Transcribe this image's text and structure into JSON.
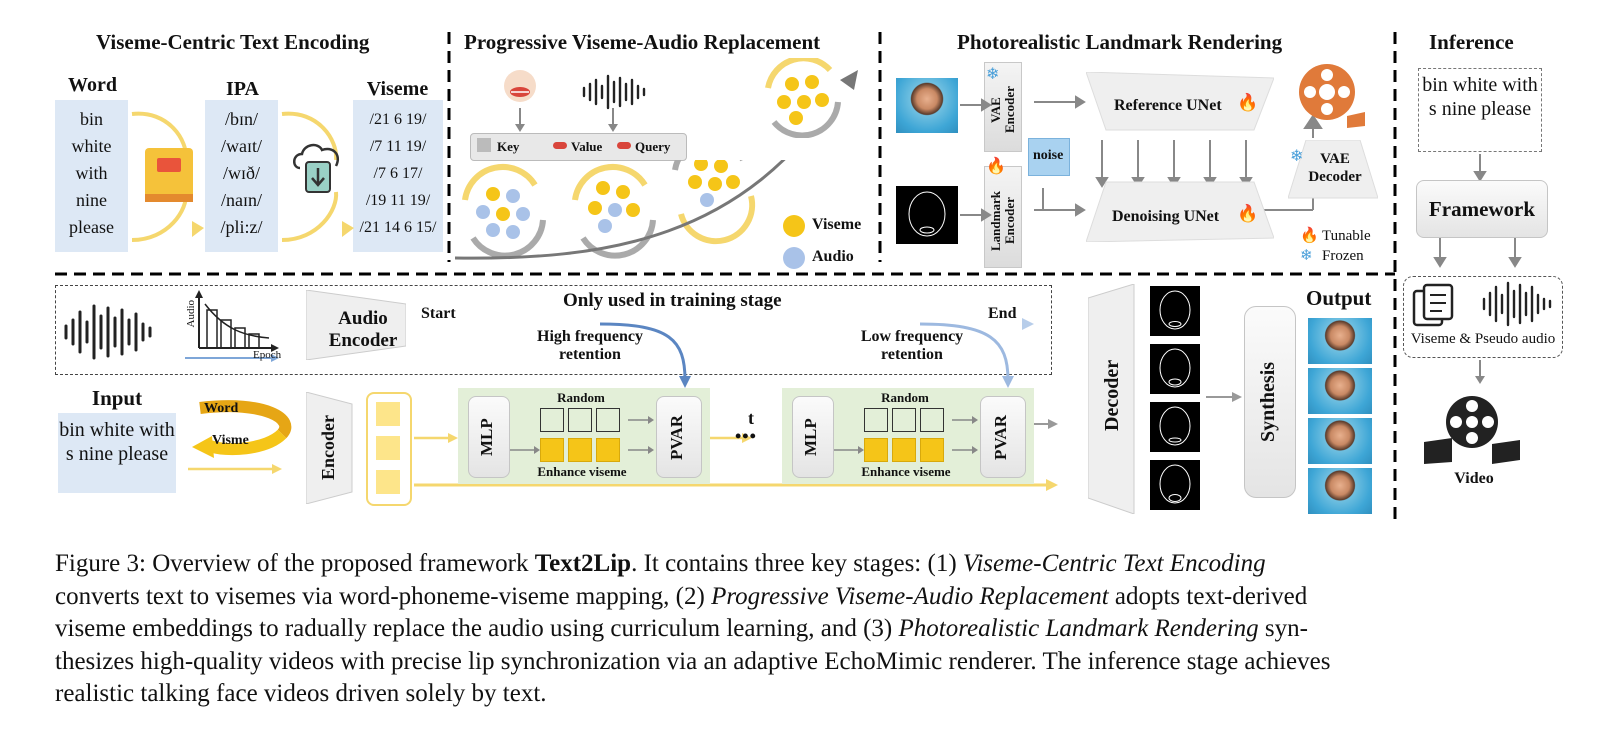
{
  "sections": {
    "encoding": "Viseme-Centric Text Encoding",
    "pvar": "Progressive Viseme-Audio Replacement",
    "rendering": "Photorealistic Landmark Rendering",
    "inference": "Inference"
  },
  "encoding": {
    "word_header": "Word",
    "ipa_header": "IPA",
    "viseme_header": "Viseme",
    "words": [
      "bin",
      "white",
      "with",
      "nine",
      "please"
    ],
    "ipa": [
      "/bɪn/",
      "/waɪt/",
      "/wɪð/",
      "/naɪn/",
      "/pli:z/"
    ],
    "visemes": [
      "/21 6 19/",
      "/7 11 19/",
      "/7 6 17/",
      "/19 11 19/",
      "/21 14 6 15/"
    ]
  },
  "pvar": {
    "key": "Key",
    "value": "Value",
    "query": "Query",
    "legend_viseme": "Viseme",
    "legend_audio": "Audio",
    "colors": {
      "viseme": "#f5c518",
      "audio": "#a9c2e8"
    }
  },
  "rendering": {
    "vae_encoder": "VAE Encoder",
    "landmark_encoder": "Landmark Encoder",
    "noise": "noise",
    "reference_unet": "Reference UNet",
    "denoising_unet": "Denoising UNet",
    "vae_decoder": "VAE Decoder",
    "tunable": "Tunable",
    "frozen": "Frozen"
  },
  "inference": {
    "text": "bin white with s nine please",
    "framework": "Framework",
    "viseme_pseudo": "Viseme & Pseudo audio",
    "video": "Video"
  },
  "training": {
    "only_training": "Only used in training stage",
    "audio_axis": "Audio",
    "epoch_axis": "Epoch",
    "audio_encoder": "Audio Encoder",
    "start": "Start",
    "end": "End",
    "high_freq": "High frequency retention",
    "low_freq": "Low frequency retention"
  },
  "pipeline": {
    "input_label": "Input",
    "input_text": "bin white with s nine please",
    "word_tag": "Word",
    "visme_tag": "Visme",
    "encoder": "Encoder",
    "mlp": "MLP",
    "random": "Random",
    "enhance": "Enhance viseme",
    "pvar": "PVAR",
    "t": "t",
    "dots": "•••",
    "decoder": "Decoder",
    "synthesis": "Synthesis",
    "output": "Output"
  },
  "caption": {
    "line1_a": "Figure 3: Overview of the proposed framework ",
    "line1_bold": "Text2Lip",
    "line1_b": ". It contains three key stages: (1) ",
    "line1_it": "Viseme-Centric Text Encoding",
    "line2_a": "converts text to visemes via word-phoneme-viseme mapping, (2) ",
    "line2_it": "Progressive Viseme-Audio Replacement",
    "line2_b": " adopts text-derived",
    "line3_a": "viseme embeddings to radually replace the audio using curriculum learning, and (3) ",
    "line3_it": "Photorealistic Landmark Rendering",
    "line3_b": " syn-",
    "line4": "thesizes high-quality videos with precise lip synchronization via an adaptive EchoMimic renderer. The inference stage achieves",
    "line5": "realistic talking face videos driven solely by text."
  }
}
